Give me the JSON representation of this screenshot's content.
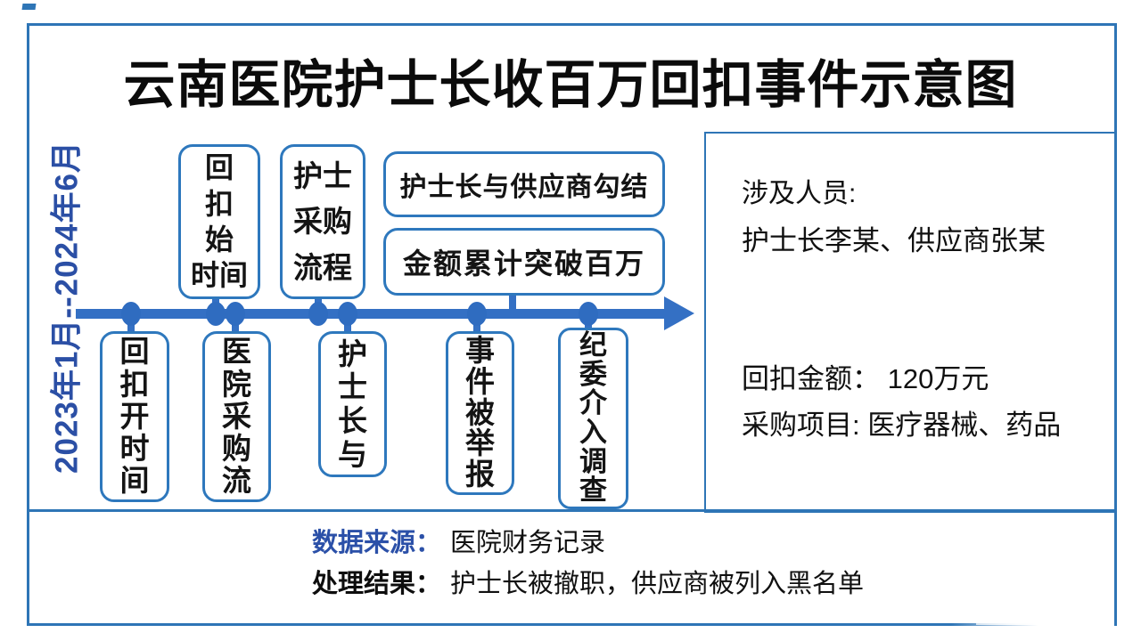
{
  "colors": {
    "frame_border": "#2e75b6",
    "timeline_blue": "#3470c4",
    "node_blue": "#2f6cc0",
    "date_text_blue": "#2b4fa5",
    "source_label_blue": "#2b50a8",
    "text_black": "#141414"
  },
  "title": "云南医院护士长收百万回扣事件示意图",
  "timeline": {
    "date_range": "2023年1月--2024年6月",
    "top_boxes": [
      {
        "name": "kickback-start-time",
        "lines": [
          "回",
          "扣",
          "始",
          "时间"
        ]
      },
      {
        "name": "nurse-procurement-process",
        "lines": [
          "护士",
          "采购",
          "流程"
        ]
      },
      {
        "name": "collusion-with-supplier",
        "label": "护士长与供应商勾结"
      },
      {
        "name": "amount-exceeds-million",
        "label": "金额累计突破百万"
      }
    ],
    "bottom_boxes": [
      {
        "name": "kickback-begin-time",
        "lines": [
          "回",
          "扣",
          "开",
          "时",
          "间"
        ]
      },
      {
        "name": "hospital-procurement-flow",
        "lines": [
          "医",
          "院",
          "采",
          "购",
          "流"
        ]
      },
      {
        "name": "head-nurse-with",
        "lines": [
          "护",
          "士",
          "长",
          "与"
        ]
      },
      {
        "name": "incident-reported",
        "lines": [
          "事",
          "件",
          "被",
          "举",
          "报"
        ]
      },
      {
        "name": "discipline-committee-investigation",
        "lines": [
          "纪",
          "委",
          "介",
          "入",
          "调",
          "查"
        ]
      }
    ]
  },
  "info_panel": {
    "personnel_label": "涉及人员:",
    "personnel_value": "护士长李某、供应商张某",
    "kickback_amount": "回扣金额： 120万元",
    "procurement_items": "采购项目: 医疗器械、药品"
  },
  "footer": {
    "source_label": "数据来源：",
    "source_value": "医院财务记录",
    "result_label": "处理结果：",
    "result_value": "护士长被撤职，供应商被列入黑名单"
  }
}
